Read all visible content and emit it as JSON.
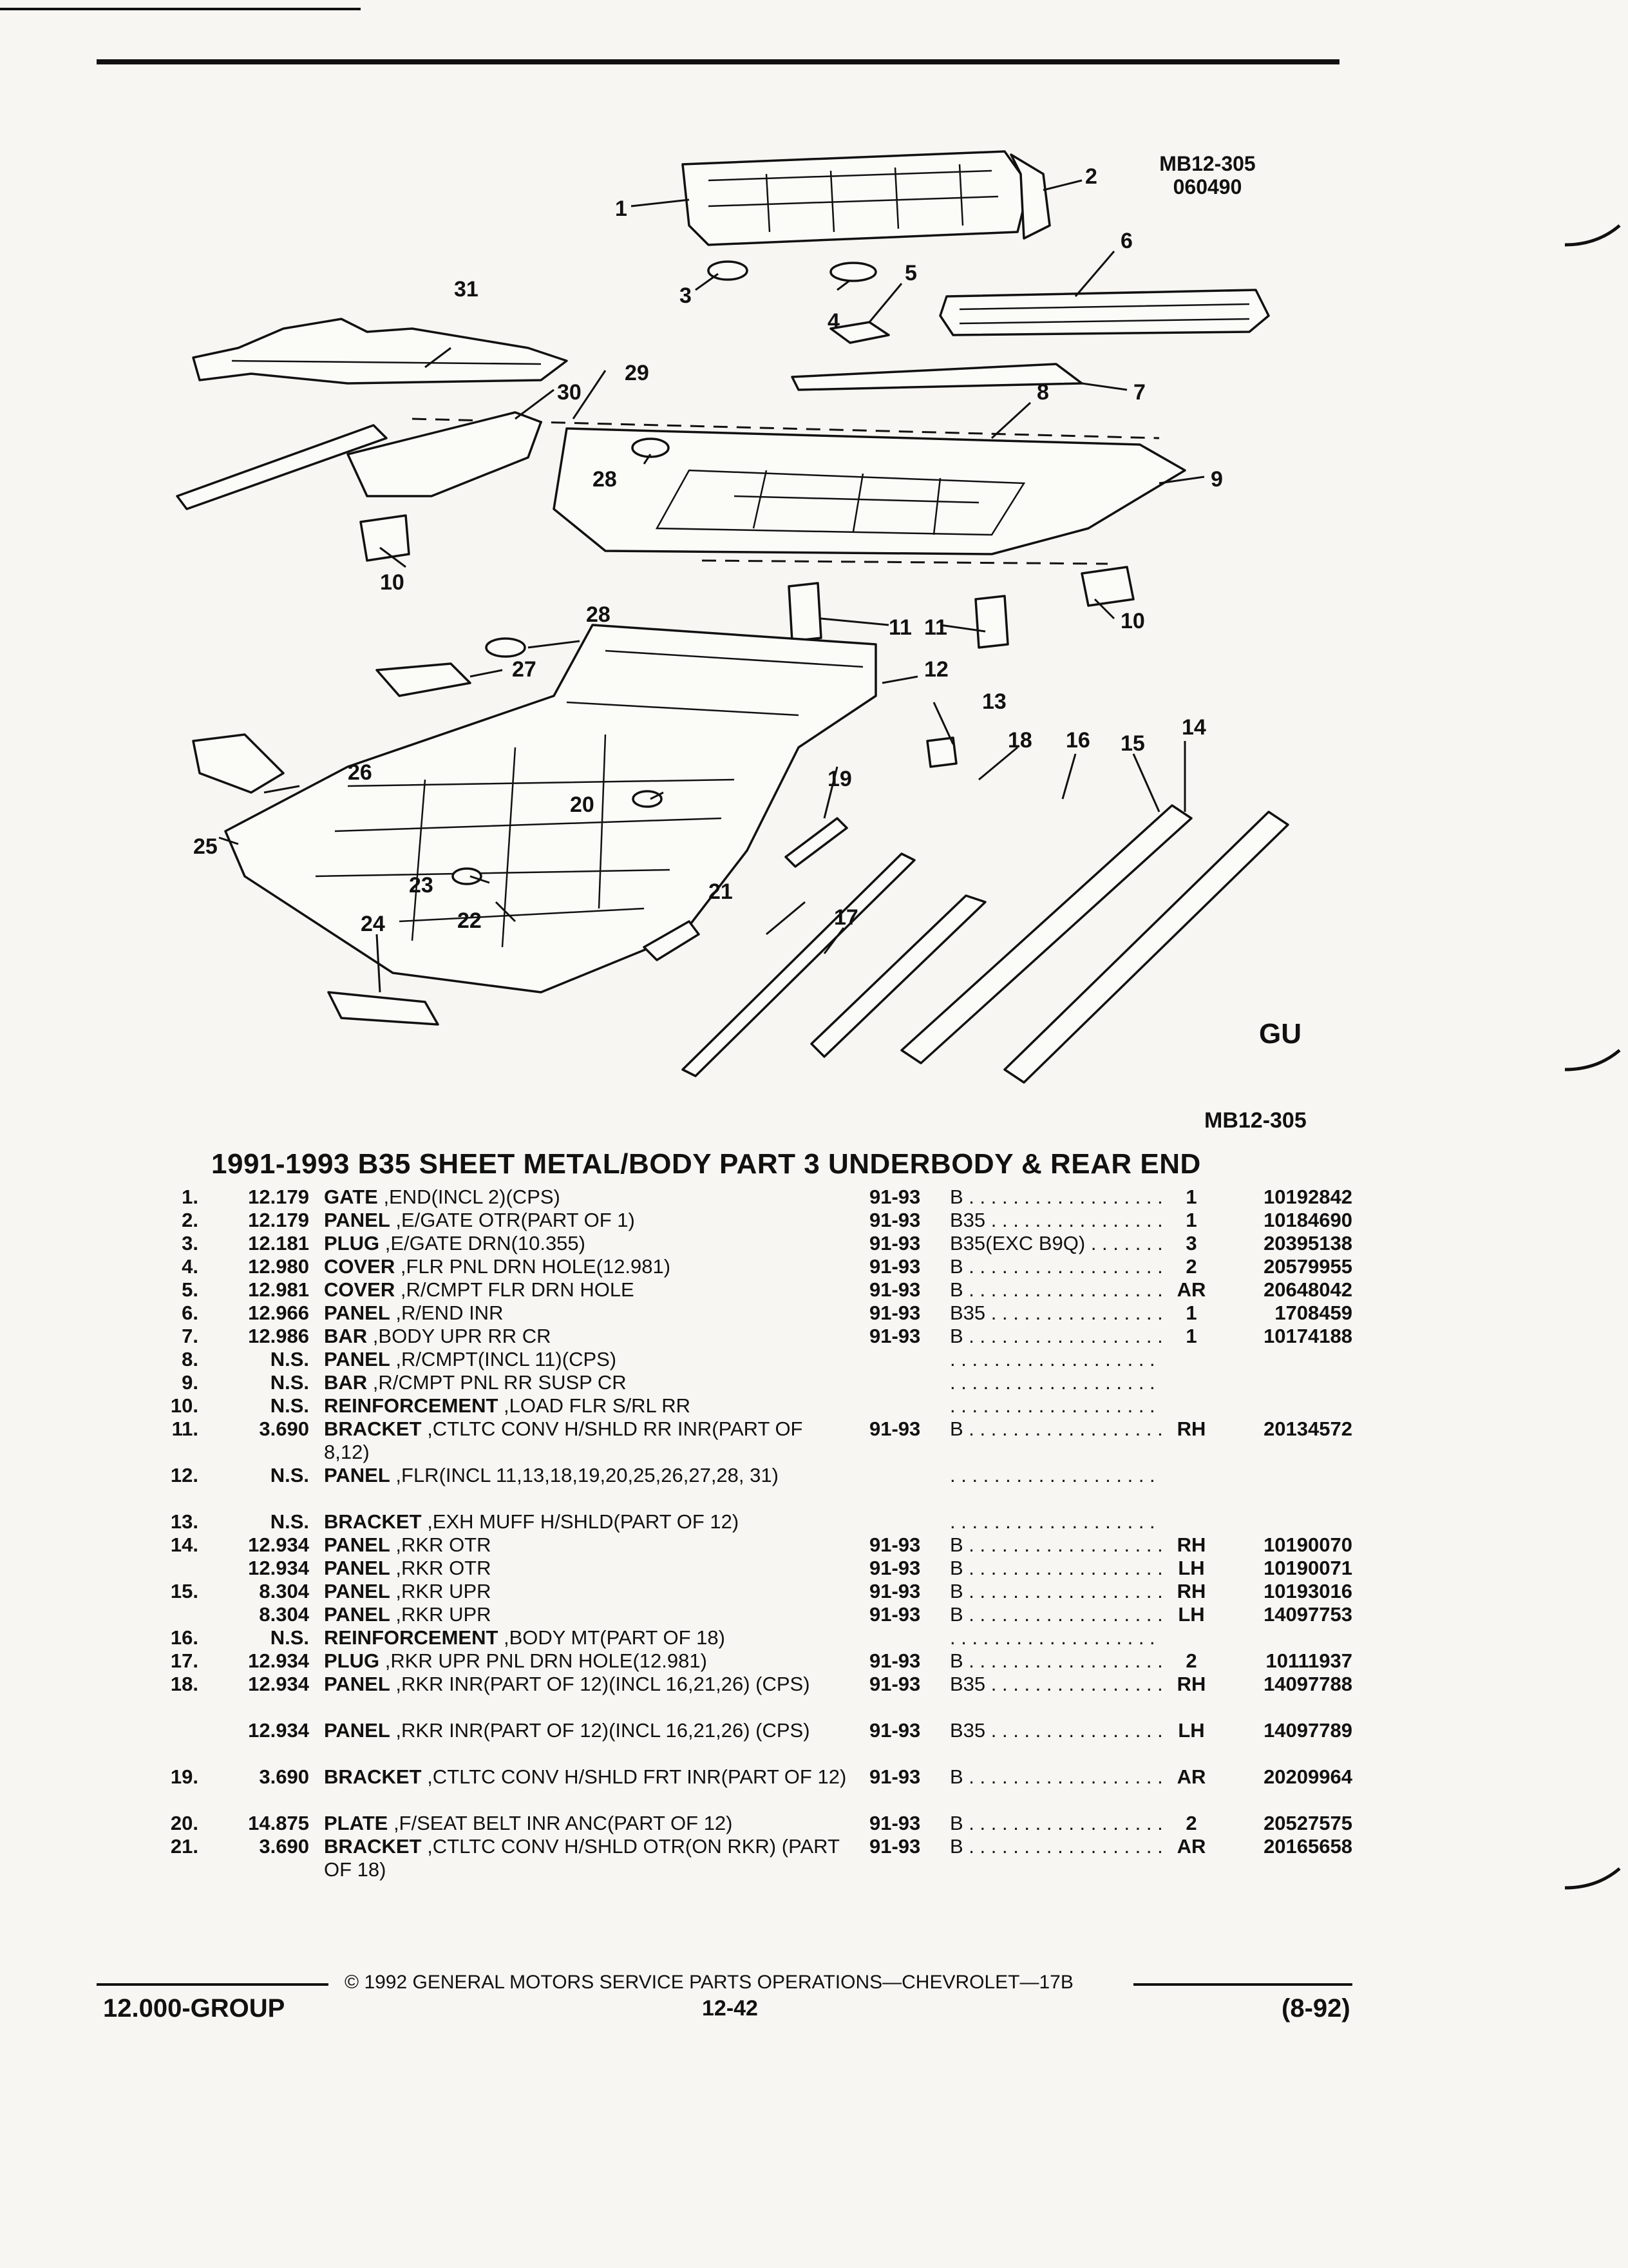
{
  "diagram": {
    "ref_code": "MB12-305",
    "ref_date": "060490",
    "ref_bottom": "MB12-305",
    "callouts": [
      "1",
      "2",
      "3",
      "4",
      "5",
      "6",
      "7",
      "8",
      "9",
      "10",
      "10",
      "11",
      "11",
      "12",
      "13",
      "14",
      "15",
      "16",
      "17",
      "18",
      "19",
      "20",
      "21",
      "22",
      "23",
      "24",
      "25",
      "26",
      "27",
      "28",
      "28",
      "29",
      "30",
      "31"
    ],
    "logo": "GU"
  },
  "section": {
    "title": "1991-1993 B35 SHEET METAL/BODY PART 3 UNDERBODY & REAR END"
  },
  "rows": [
    {
      "idx": "1.",
      "group": "12.179",
      "name": "GATE",
      "rest": ",END(INCL 2)(CPS)",
      "years": "91-93",
      "model": "B",
      "qty": "1",
      "part": "10192842"
    },
    {
      "idx": "2.",
      "group": "12.179",
      "name": "PANEL",
      "rest": ",E/GATE OTR(PART OF 1)",
      "years": "91-93",
      "model": "B35",
      "qty": "1",
      "part": "10184690"
    },
    {
      "idx": "3.",
      "group": "12.181",
      "name": "PLUG",
      "rest": ",E/GATE DRN(10.355)",
      "years": "91-93",
      "model": "B35(EXC B9Q)",
      "qty": "3",
      "part": "20395138"
    },
    {
      "idx": "4.",
      "group": "12.980",
      "name": "COVER",
      "rest": ",FLR PNL DRN HOLE(12.981)",
      "years": "91-93",
      "model": "B",
      "qty": "2",
      "part": "20579955"
    },
    {
      "idx": "5.",
      "group": "12.981",
      "name": "COVER",
      "rest": ",R/CMPT FLR DRN HOLE",
      "years": "91-93",
      "model": "B",
      "qty": "AR",
      "part": "20648042"
    },
    {
      "idx": "6.",
      "group": "12.966",
      "name": "PANEL",
      "rest": ",R/END INR",
      "years": "91-93",
      "model": "B35",
      "qty": "1",
      "part": "1708459"
    },
    {
      "idx": "7.",
      "group": "12.986",
      "name": "BAR",
      "rest": ",BODY UPR RR CR",
      "years": "91-93",
      "model": "B",
      "qty": "1",
      "part": "10174188"
    },
    {
      "idx": "8.",
      "group": "N.S.",
      "name": "PANEL",
      "rest": ",R/CMPT(INCL 11)(CPS)",
      "years": "",
      "model": "",
      "qty": "",
      "part": ""
    },
    {
      "idx": "9.",
      "group": "N.S.",
      "name": "BAR",
      "rest": ",R/CMPT PNL RR SUSP CR",
      "years": "",
      "model": "",
      "qty": "",
      "part": ""
    },
    {
      "idx": "10.",
      "group": "N.S.",
      "name": "REINFORCEMENT",
      "rest": ",LOAD FLR S/RL RR",
      "years": "",
      "model": "",
      "qty": "",
      "part": ""
    },
    {
      "idx": "11.",
      "group": "3.690",
      "name": "BRACKET",
      "rest": ",CTLTC CONV H/SHLD RR INR(PART OF 8,12)",
      "years": "91-93",
      "model": "B",
      "qty": "RH",
      "part": "20134572",
      "tall": true
    },
    {
      "idx": "12.",
      "group": "N.S.",
      "name": "PANEL",
      "rest": ",FLR(INCL 11,13,18,19,20,25,26,27,28, 31)",
      "years": "",
      "model": "",
      "qty": "",
      "part": "",
      "tall": true
    },
    {
      "idx": "13.",
      "group": "N.S.",
      "name": "BRACKET",
      "rest": ",EXH MUFF H/SHLD(PART OF 12)",
      "years": "",
      "model": "",
      "qty": "",
      "part": ""
    },
    {
      "idx": "14.",
      "group": "12.934",
      "name": "PANEL",
      "rest": ",RKR OTR",
      "years": "91-93",
      "model": "B",
      "qty": "RH",
      "part": "10190070"
    },
    {
      "idx": "",
      "group": "12.934",
      "name": "PANEL",
      "rest": ",RKR OTR",
      "years": "91-93",
      "model": "B",
      "qty": "LH",
      "part": "10190071"
    },
    {
      "idx": "15.",
      "group": "8.304",
      "name": "PANEL",
      "rest": ",RKR UPR",
      "years": "91-93",
      "model": "B",
      "qty": "RH",
      "part": "10193016"
    },
    {
      "idx": "",
      "group": "8.304",
      "name": "PANEL",
      "rest": ",RKR UPR",
      "years": "91-93",
      "model": "B",
      "qty": "LH",
      "part": "14097753"
    },
    {
      "idx": "16.",
      "group": "N.S.",
      "name": "REINFORCEMENT",
      "rest": ",BODY MT(PART OF 18)",
      "years": "",
      "model": "",
      "qty": "",
      "part": ""
    },
    {
      "idx": "17.",
      "group": "12.934",
      "name": "PLUG",
      "rest": ",RKR UPR PNL DRN HOLE(12.981)",
      "years": "91-93",
      "model": "B",
      "qty": "2",
      "part": "10111937"
    },
    {
      "idx": "18.",
      "group": "12.934",
      "name": "PANEL",
      "rest": ",RKR INR(PART OF 12)(INCL 16,21,26) (CPS)",
      "years": "91-93",
      "model": "B35",
      "qty": "RH",
      "part": "14097788",
      "tall": true
    },
    {
      "idx": "",
      "group": "12.934",
      "name": "PANEL",
      "rest": ",RKR INR(PART OF 12)(INCL 16,21,26) (CPS)",
      "years": "91-93",
      "model": "B35",
      "qty": "LH",
      "part": "14097789",
      "tall": true
    },
    {
      "idx": "19.",
      "group": "3.690",
      "name": "BRACKET",
      "rest": ",CTLTC CONV H/SHLD FRT INR(PART OF 12)",
      "years": "91-93",
      "model": "B",
      "qty": "AR",
      "part": "20209964",
      "tall": true
    },
    {
      "idx": "20.",
      "group": "14.875",
      "name": "PLATE",
      "rest": ",F/SEAT BELT INR ANC(PART OF 12)",
      "years": "91-93",
      "model": "B",
      "qty": "2",
      "part": "20527575"
    },
    {
      "idx": "21.",
      "group": "3.690",
      "name": "BRACKET",
      "rest": ",CTLTC CONV H/SHLD OTR(ON RKR) (PART OF 18)",
      "years": "91-93",
      "model": "B",
      "qty": "AR",
      "part": "20165658",
      "tall": true
    }
  ],
  "footer": {
    "copyright": "© 1992 GENERAL MOTORS SERVICE PARTS OPERATIONS—CHEVROLET—17B",
    "group": "12.000-GROUP",
    "page": "12-42",
    "date_code": "(8-92)"
  }
}
